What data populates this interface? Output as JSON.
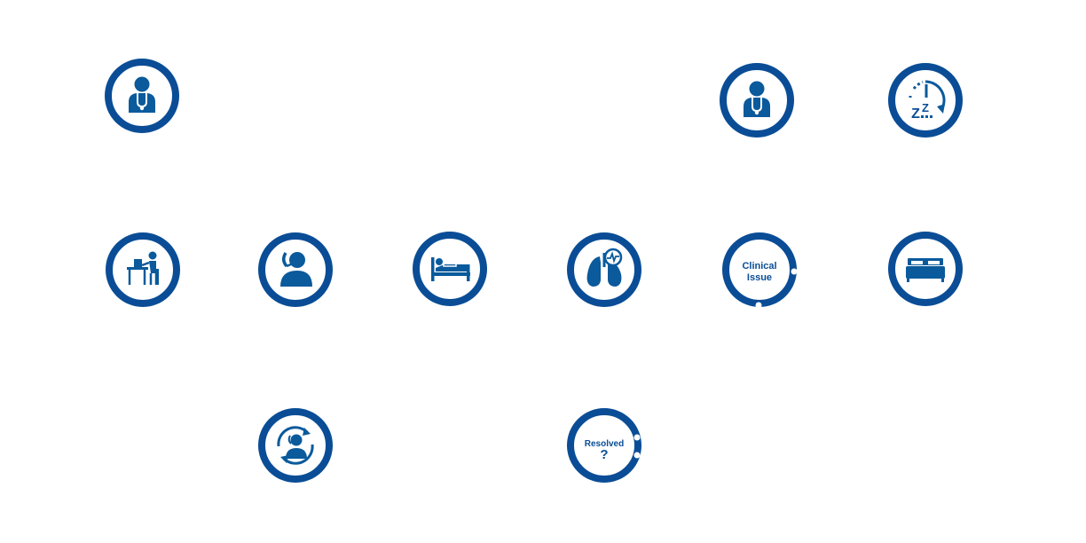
{
  "colors": {
    "ring": "#0a4d96",
    "icon": "#0a5a9c",
    "background": "#ffffff"
  },
  "nodes": [
    {
      "id": "doctor-top-left",
      "icon": "doctor-icon"
    },
    {
      "id": "doctor-top-right",
      "icon": "doctor-icon"
    },
    {
      "id": "sleep-timer",
      "icon": "sleep-clock-icon"
    },
    {
      "id": "desk-worker",
      "icon": "desk-worker-icon"
    },
    {
      "id": "phone-call",
      "icon": "phone-person-icon"
    },
    {
      "id": "patient-bed",
      "icon": "patient-in-bed-icon"
    },
    {
      "id": "lungs",
      "icon": "lungs-heartbeat-icon"
    },
    {
      "id": "clinical-issue",
      "icon": "clinical-issue-icon",
      "label_line1": "Clinical",
      "label_line2": "Issue"
    },
    {
      "id": "double-bed",
      "icon": "double-bed-icon"
    },
    {
      "id": "support-cycle",
      "icon": "person-cycle-icon"
    },
    {
      "id": "resolved",
      "icon": "resolved-question-icon",
      "label_line1": "Resolved",
      "label_line2": "?"
    }
  ]
}
